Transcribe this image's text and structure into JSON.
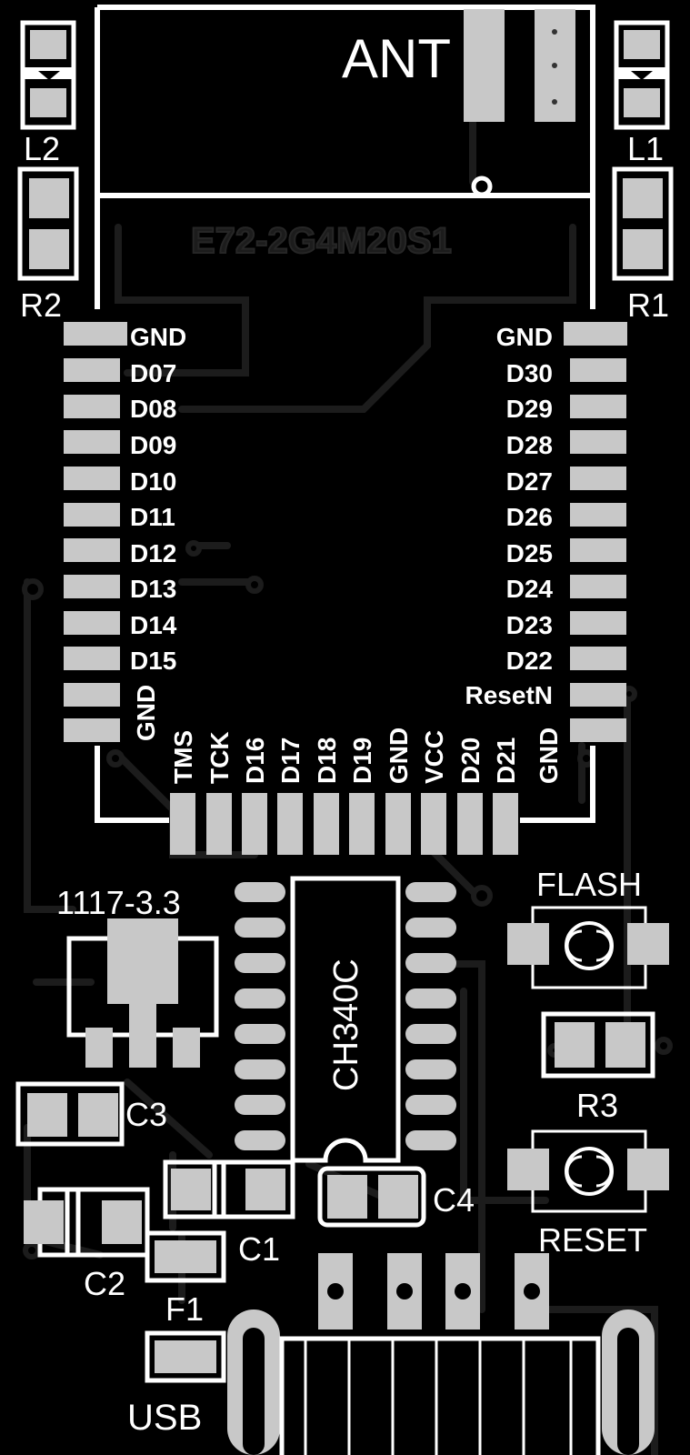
{
  "module": {
    "antenna_label": "ANT",
    "part_number": "E72-2G4M20S1",
    "left_pins": [
      "GND",
      "D07",
      "D08",
      "D09",
      "D10",
      "D11",
      "D12",
      "D13",
      "D14",
      "D15",
      "GND"
    ],
    "right_pins": [
      "GND",
      "D30",
      "D29",
      "D28",
      "D27",
      "D26",
      "D25",
      "D24",
      "D23",
      "D22",
      "ResetN",
      "GND"
    ],
    "bottom_pins": [
      "TMS",
      "TCK",
      "D16",
      "D17",
      "D18",
      "D19",
      "GND",
      "VCC",
      "D20",
      "D21"
    ]
  },
  "components": {
    "L1": "L1",
    "L2": "L2",
    "R1": "R1",
    "R2": "R2",
    "R3": "R3",
    "regulator": "1117-3.3",
    "usb_chip": "CH340C",
    "C1": "C1",
    "C2": "C2",
    "C3": "C3",
    "C4": "C4",
    "F1": "F1",
    "usb": "USB",
    "flash_button": "FLASH",
    "reset_button": "RESET"
  },
  "colors": {
    "board": "#000000",
    "silkscreen": "#ffffff",
    "pad": "#c8c8c8",
    "trace": "#1c1c1c"
  }
}
